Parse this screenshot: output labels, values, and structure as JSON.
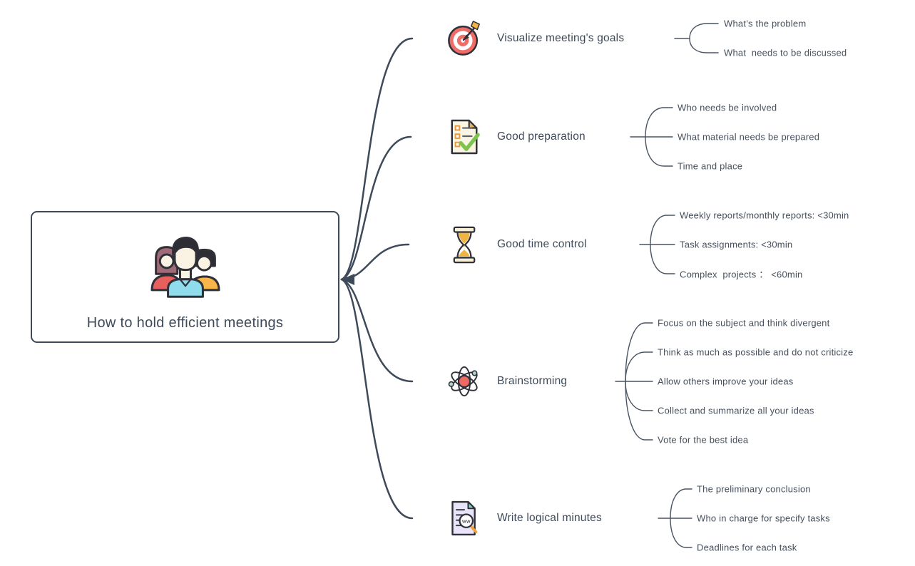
{
  "root": {
    "label": "How to hold efficient meetings",
    "icon": "meeting-people-icon"
  },
  "branches": [
    {
      "icon": "target-icon",
      "label": "Visualize meeting's goals",
      "children": [
        "What’s the problem",
        "What  needs to be discussed"
      ]
    },
    {
      "icon": "checklist-icon",
      "label": "Good preparation",
      "children": [
        "Who needs be involved",
        "What material needs be prepared",
        "Time and place"
      ]
    },
    {
      "icon": "hourglass-icon",
      "label": "Good time control",
      "children": [
        "Weekly reports/monthly reports: <30min",
        "Task assignments: <30min",
        "Complex  projects ： <60min"
      ]
    },
    {
      "icon": "atom-icon",
      "label": "Brainstorming",
      "children": [
        "Focus on the subject and think divergent",
        "Think as much as possible and do not criticize",
        "Allow others improve your ideas",
        "Collect and summarize all your ideas",
        "Vote for the best idea"
      ]
    },
    {
      "icon": "document-search-icon",
      "label": "Write logical minutes",
      "children": [
        "The preliminary conclusion",
        "Who in charge for specify tasks",
        "Deadlines for each task"
      ]
    }
  ],
  "icon_text": {
    "magnifier": "ww"
  },
  "colors": {
    "line": "#3e4a59",
    "fork_line": "#4a5463",
    "text": "#3e4a59",
    "subtext": "#46505c",
    "red": "#ee6b66",
    "amber": "#f5b14a",
    "orange": "#f0a23e",
    "green": "#7ec24f",
    "cyan": "#8edcec",
    "teal": "#83d6d3",
    "lavender": "#e9e4f9",
    "cream": "#faf4e3",
    "plum": "#a06a77",
    "ink": "#2f3038"
  }
}
